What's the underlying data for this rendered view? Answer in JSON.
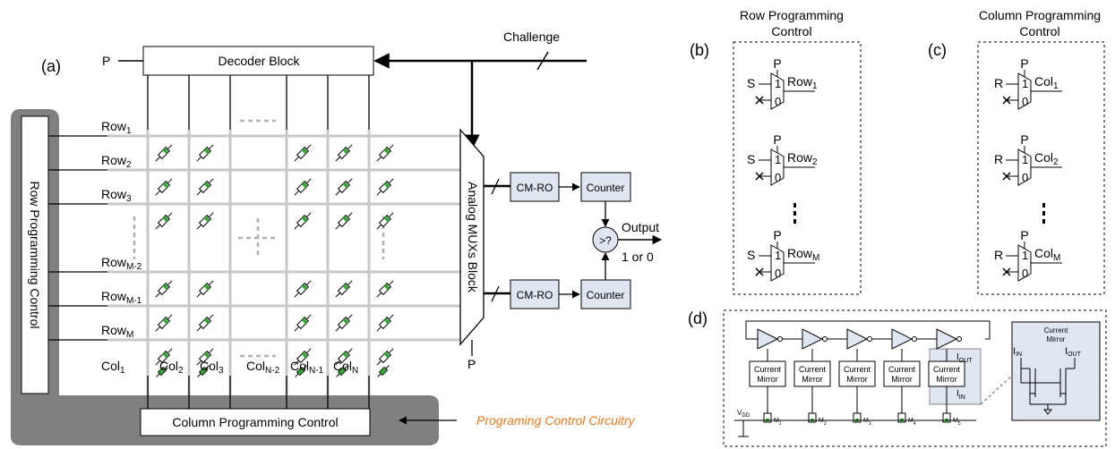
{
  "panel_a": {
    "label": "(a)",
    "decoder": "Decoder Block",
    "p_label": "P",
    "challenge": "Challenge",
    "row_ctrl": "Row Programming Control",
    "col_ctrl": "Column Programming Control",
    "mux": "Analog MUXs Block",
    "cmro": "CM-RO",
    "counter": "Counter",
    "compare": ">?",
    "output": "Output",
    "output_value": "1 or 0",
    "prog_note": "Programing Control Circuitry",
    "rows": [
      {
        "base": "Row",
        "sub": "1"
      },
      {
        "base": "Row",
        "sub": "2"
      },
      {
        "base": "Row",
        "sub": "3"
      },
      {
        "base": "Row",
        "sub": "M-2"
      },
      {
        "base": "Row",
        "sub": "M-1"
      },
      {
        "base": "Row",
        "sub": "M"
      }
    ],
    "cols": [
      {
        "base": "Col",
        "sub": "1"
      },
      {
        "base": "Col",
        "sub": "2"
      },
      {
        "base": "Col",
        "sub": "3"
      },
      {
        "base": "Col",
        "sub": "N-2"
      },
      {
        "base": "Col",
        "sub": "N-1"
      },
      {
        "base": "Col",
        "sub": "N"
      }
    ]
  },
  "panel_b": {
    "label": "(b)",
    "title_line1": "Row Programming",
    "title_line2": "Control",
    "sel_label": "P",
    "in_label": "S",
    "mux_one": "1",
    "mux_zero": "0",
    "outputs": [
      {
        "base": "Row",
        "sub": "1"
      },
      {
        "base": "Row",
        "sub": "2"
      },
      {
        "base": "Row",
        "sub": "M"
      }
    ]
  },
  "panel_c": {
    "label": "(c)",
    "title_line1": "Column Programming",
    "title_line2": "Control",
    "sel_label": "P",
    "in_label": "R",
    "mux_one": "1",
    "mux_zero": "0",
    "outputs": [
      {
        "base": "Col",
        "sub": "1"
      },
      {
        "base": "Col",
        "sub": "2"
      },
      {
        "base": "Col",
        "sub": "M"
      }
    ]
  },
  "panel_d": {
    "label": "(d)",
    "current_mirror_l1": "Current",
    "current_mirror_l2": "Mirror",
    "iout": {
      "base": "I",
      "sub": "OUT"
    },
    "iin": {
      "base": "I",
      "sub": "IN"
    },
    "vdd": {
      "base": "V",
      "sub": "DD"
    },
    "transistors": [
      {
        "base": "M",
        "sub": "1"
      },
      {
        "base": "M",
        "sub": "2"
      },
      {
        "base": "M",
        "sub": "3"
      },
      {
        "base": "M",
        "sub": "4"
      },
      {
        "base": "M",
        "sub": "5"
      }
    ],
    "detail_title_l1": "Current",
    "detail_title_l2": "Mirror"
  }
}
